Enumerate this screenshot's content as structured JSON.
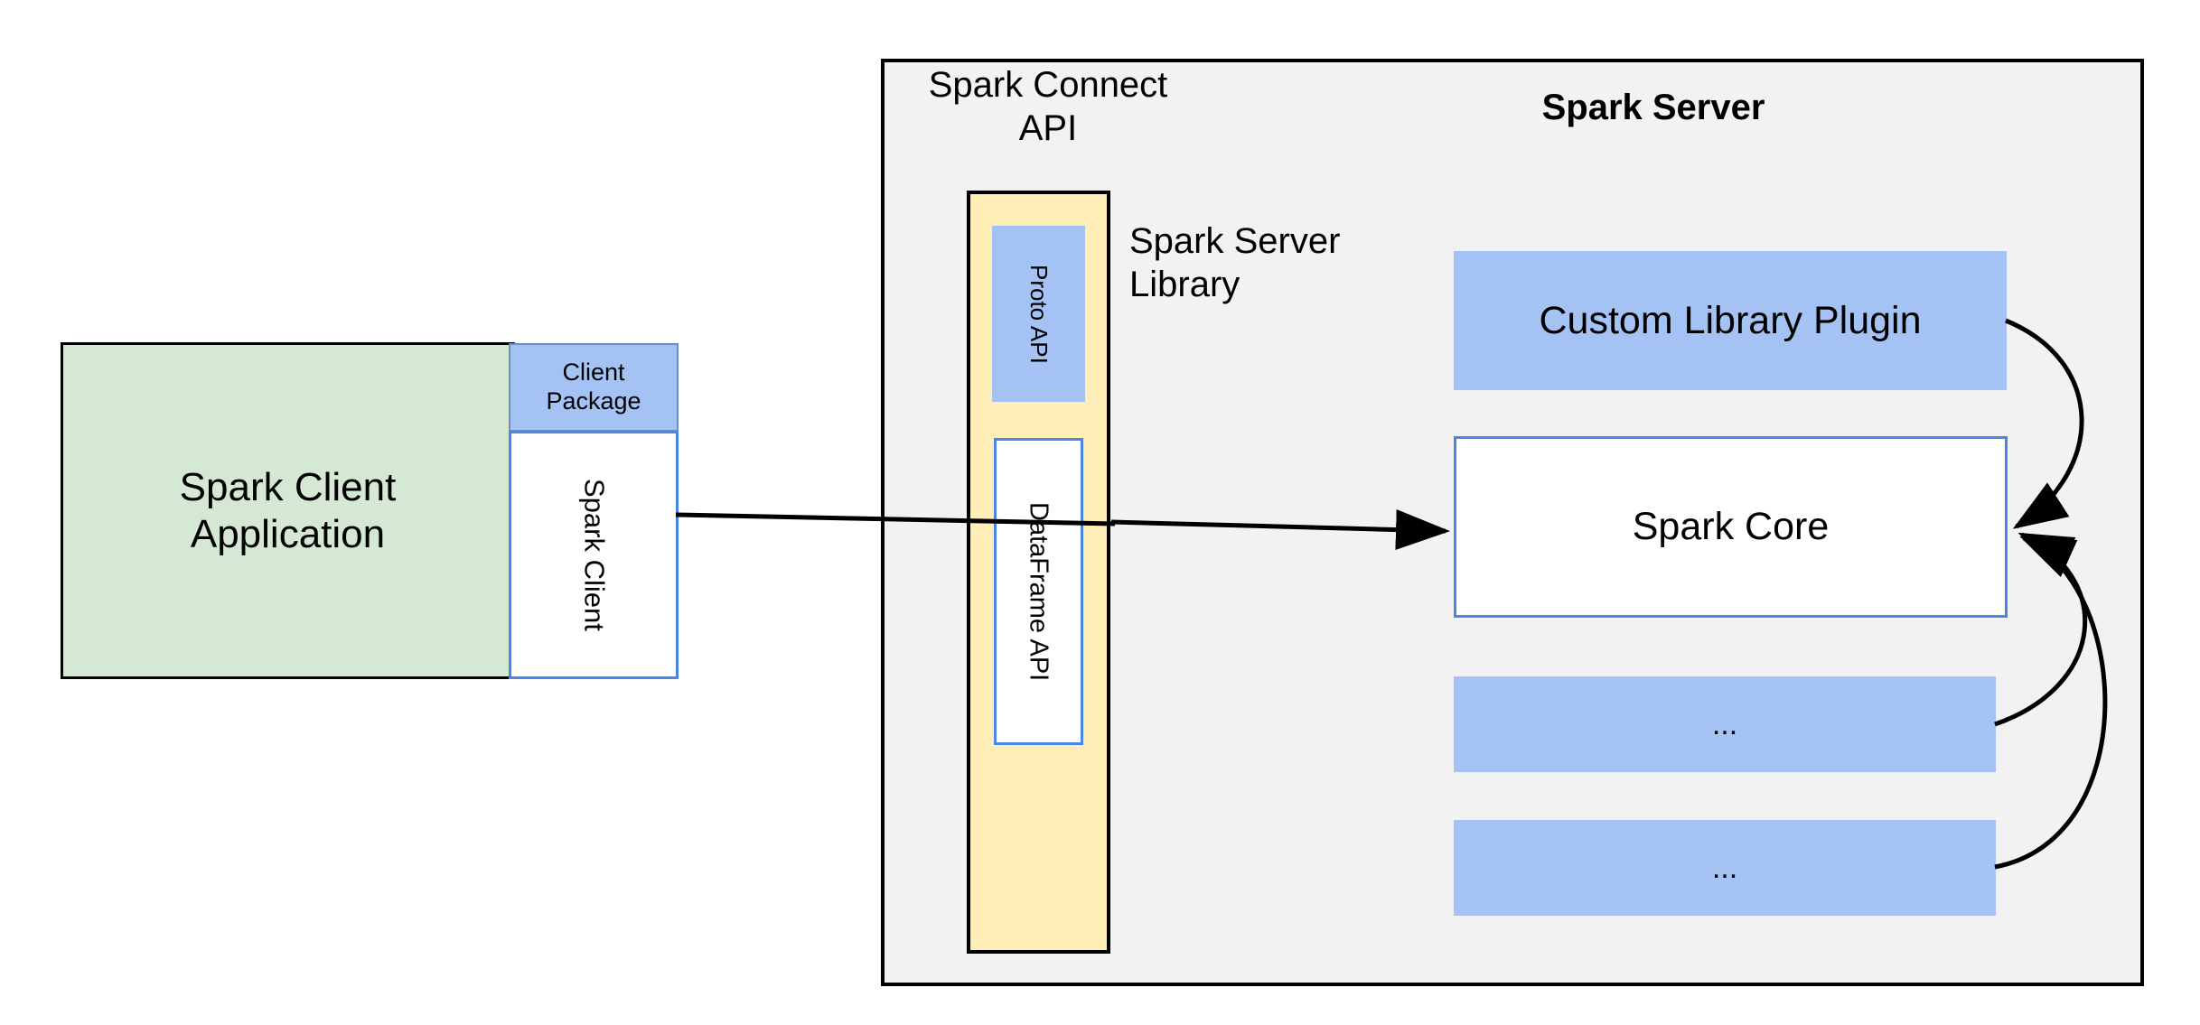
{
  "diagram": {
    "client": {
      "application_label": "Spark Client\nApplication",
      "package_label": "Client\nPackage",
      "client_label": "Spark Client"
    },
    "server_panel": {
      "connect_api_label": "Spark Connect\nAPI",
      "title": "Spark Server",
      "server_library_label": "Spark Server\nLibrary",
      "api_column": {
        "proto_api_label": "Proto API",
        "dataframe_api_label": "DataFrame API"
      },
      "components": [
        {
          "label": "Custom Library Plugin"
        },
        {
          "label": "Spark Core"
        },
        {
          "label": "..."
        },
        {
          "label": "..."
        }
      ]
    },
    "colors": {
      "client_app_fill": "#d5e8d4",
      "blue_fill": "#a4c2f4",
      "blue_border": "#4a86e8",
      "yellow_fill": "#ffeeb8",
      "panel_fill": "#f2f2f2",
      "stroke": "#000000"
    }
  }
}
